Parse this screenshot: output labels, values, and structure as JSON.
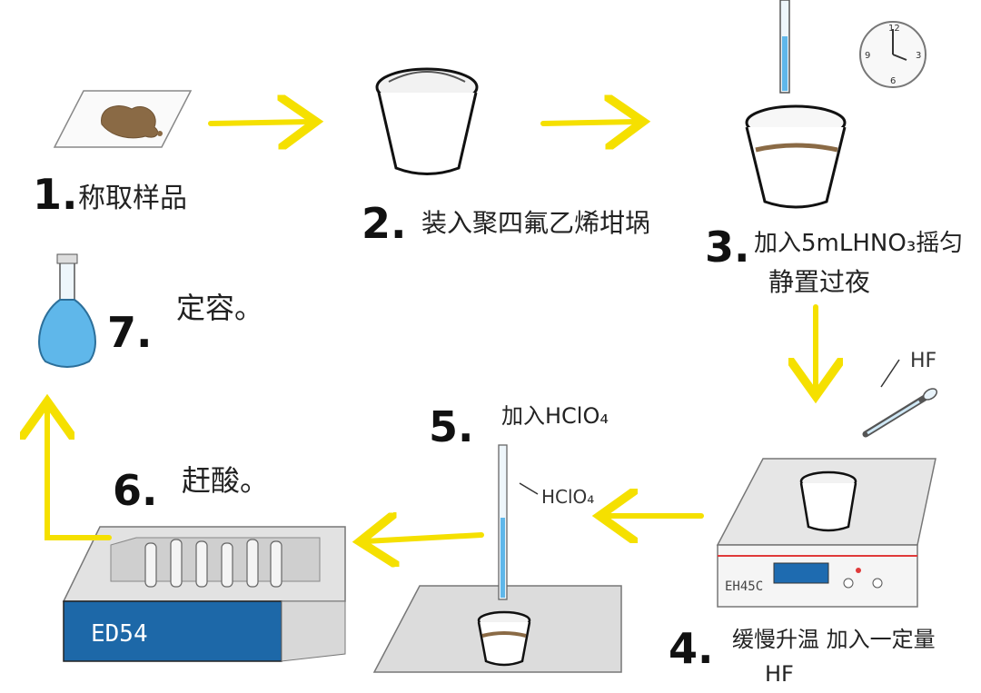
{
  "colors": {
    "arrow": "#f5e000",
    "liquid_blue": "#5fb7ea",
    "brown": "#8a6a45",
    "block_blue": "#1d68a8"
  },
  "steps": [
    {
      "num": "1.",
      "label": "称取样品"
    },
    {
      "num": "2.",
      "label": "装入聚四氟乙烯坩埚"
    },
    {
      "num": "3.",
      "label_line1": "加入5mLHNO₃摇匀",
      "label_line2": "静置过夜"
    },
    {
      "num": "4.",
      "label_line1": "缓慢升温 加入一定量",
      "label_line2": "HF"
    },
    {
      "num": "5.",
      "label": "加入HClO₄"
    },
    {
      "num": "6.",
      "label": "赶酸。"
    },
    {
      "num": "7.",
      "label": "定容。"
    }
  ],
  "annotations": {
    "hf": "HF",
    "hclo4": "HClO₄"
  },
  "devices": {
    "hotplate_display": "EH45C",
    "heater_block": "ED54"
  },
  "icons": [
    "clock-icon",
    "dropper-icon",
    "pipette-icon",
    "flask-icon",
    "crucible-icon",
    "arrow-icon"
  ]
}
